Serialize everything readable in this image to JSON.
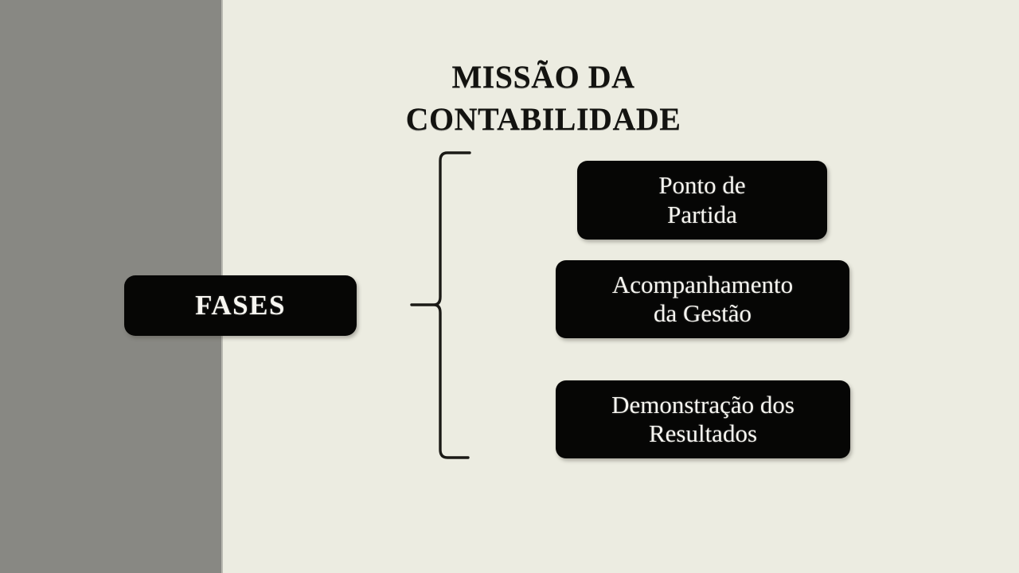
{
  "slide": {
    "title_lines": [
      "MISSÃO DA",
      "CONTABILIDADE"
    ],
    "background_color": "#ECECE1",
    "side_band_color": "#888883",
    "box_color": "#060605",
    "box_text_color": "#F7F6F1",
    "title_color": "#131310"
  },
  "group_label": {
    "text": "FASES"
  },
  "phases": [
    {
      "label": "Ponto de Partida",
      "line1": "Ponto de",
      "line2": "Partida"
    },
    {
      "label": "Acompanhamento da Gestão",
      "line1": "Acompanhamento",
      "line2": "da Gestão"
    },
    {
      "label": "Demonstração dos Resultados",
      "line1": "Demonstração dos",
      "line2": "Resultados"
    }
  ],
  "brace": {
    "name": "curly-brace",
    "color": "#1b1a16"
  }
}
